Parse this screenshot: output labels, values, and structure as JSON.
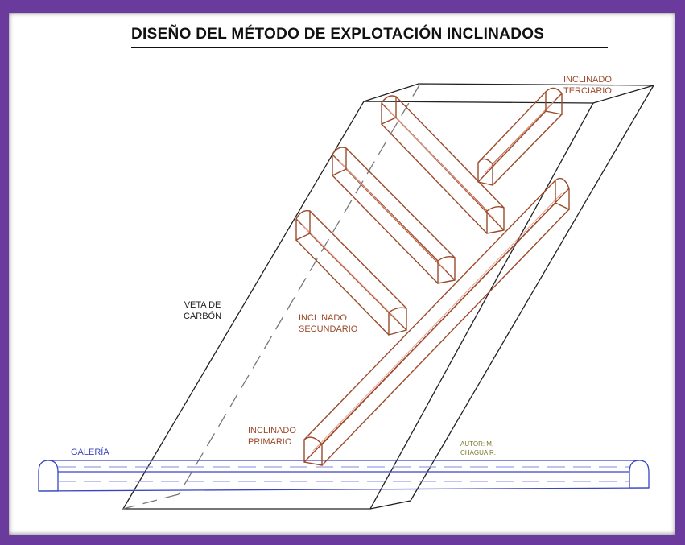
{
  "title": "DISEÑO DEL MÉTODO DE EXPLOTACIÓN INCLINADOS",
  "labels": {
    "terciario": [
      "INCLINADO",
      "TERCIARIO"
    ],
    "secundario": [
      "INCLINADO",
      "SECUNDARIO"
    ],
    "primario": [
      "INCLINADO",
      "PRIMARIO"
    ],
    "veta": [
      "VETA DE",
      "CARBÓN"
    ],
    "galeria": "GALERÍA",
    "autor": [
      "AUTOR: M.",
      "CHAGUA R."
    ]
  },
  "colors": {
    "frame": "#6a3a9c",
    "inclinado": "#9b4a2a",
    "inclinado_light": "#e8a090",
    "galeria": "#3a44c0",
    "galeria_dash": "#9aa0e6",
    "veta": "#222222",
    "autor": "#7b7a2a"
  }
}
